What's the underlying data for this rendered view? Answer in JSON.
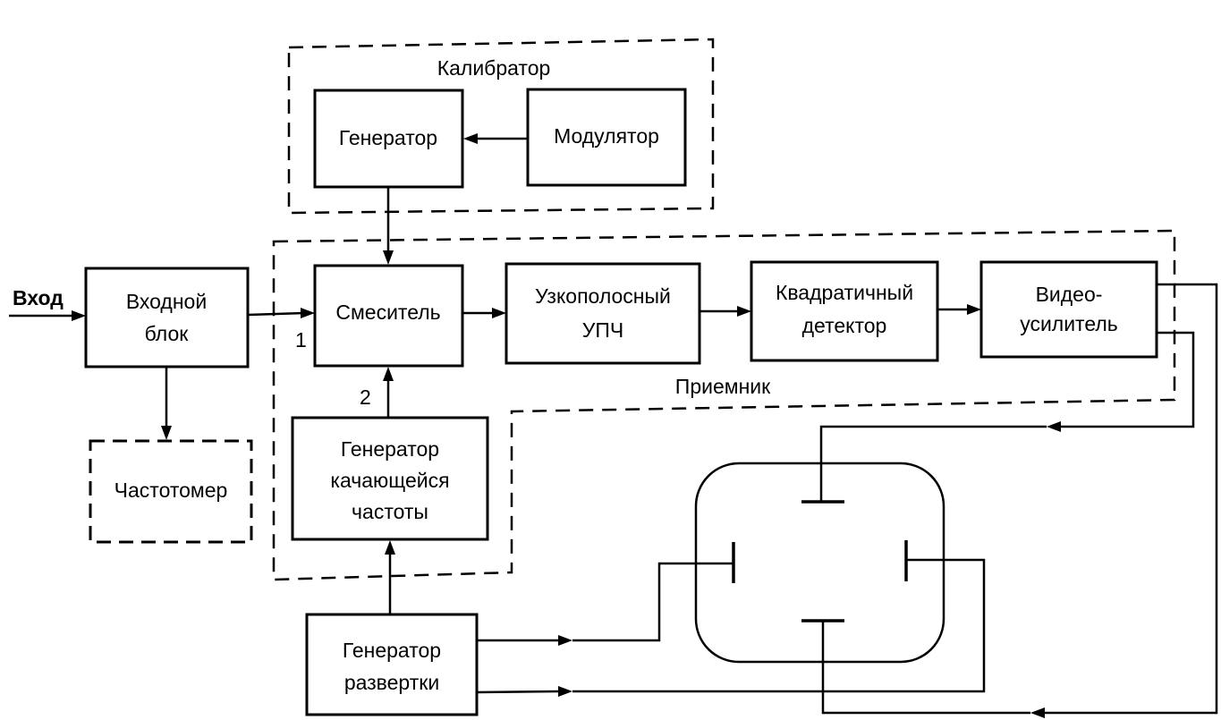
{
  "input_label": "Вход",
  "groups": {
    "calibrator": "Калибратор",
    "receiver": "Приемник"
  },
  "blocks": {
    "generator": "Генератор",
    "modulator": "Модулятор",
    "input_block": [
      "Входной",
      "блок"
    ],
    "mixer": "Смеситель",
    "if_amp": [
      "Узкополосный",
      "УПЧ"
    ],
    "detector": [
      "Квадратичный",
      "детектор"
    ],
    "video_amp": [
      "Видео-",
      "усилитель"
    ],
    "freq_meter": "Частотомер",
    "sweep_osc": [
      "Генератор",
      "качающейся",
      "частоты"
    ],
    "scan_gen": [
      "Генератор",
      "развертки"
    ]
  },
  "ports": {
    "mixer_in_1": "1",
    "mixer_in_2": "2"
  }
}
